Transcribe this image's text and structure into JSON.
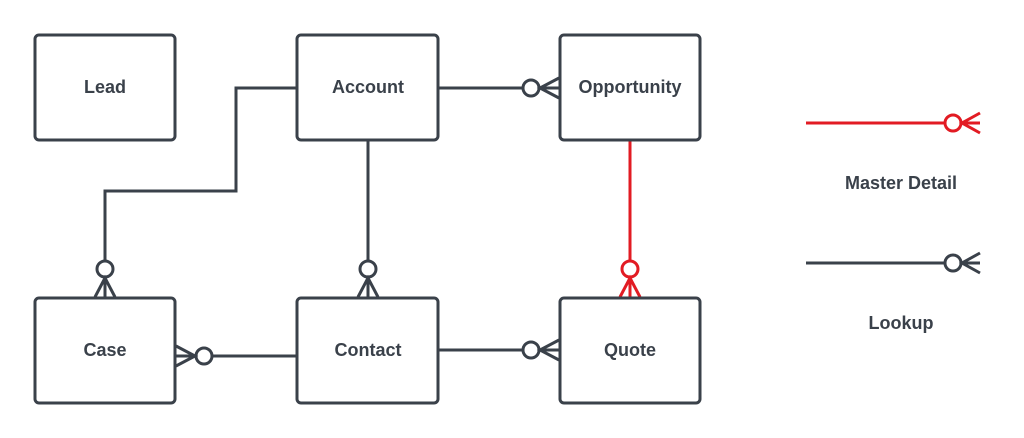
{
  "entities": {
    "lead": "Lead",
    "account": "Account",
    "opportunity": "Opportunity",
    "case": "Case",
    "contact": "Contact",
    "quote": "Quote"
  },
  "legend": {
    "master_detail": "Master Detail",
    "lookup": "Lookup"
  },
  "colors": {
    "lookup": "#3a414a",
    "master_detail": "#e21b23",
    "box_fill": "#ffffff"
  }
}
